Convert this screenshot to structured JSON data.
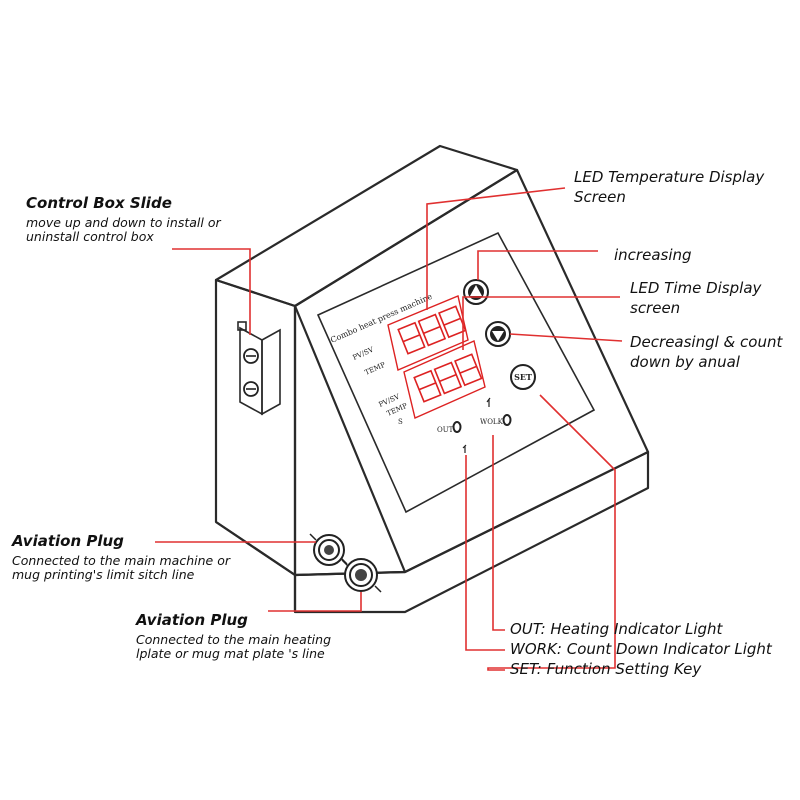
{
  "panel": {
    "title": "Combo heat press machine",
    "pv_sv_label": "PV/SV",
    "temp_label": "TEMP",
    "pv_sv_label_2": "PV/SV",
    "temp_label_2": "TEMP",
    "temp_label_2_sub": "S",
    "out_label": "OUT",
    "work_label": "WOLK",
    "set_key": "SET"
  },
  "callouts": {
    "control_box_slide": {
      "title": "Control Box Slide",
      "line1": "move up and down to install or",
      "line2": "uninstall control box"
    },
    "aviation_plug_1": {
      "title": "Aviation Plug",
      "line1": "Connected to the main machine or",
      "line2": "mug printing's limit sitch line"
    },
    "aviation_plug_2": {
      "title": "Aviation Plug",
      "line1": "Connected to the main heating",
      "line2": "lplate or mug mat plate 's line"
    },
    "led_temp": {
      "line1": "LED Temperature Display",
      "line2": "Screen"
    },
    "increasing": {
      "text": "increasing"
    },
    "led_time": {
      "line1": "LED Time Display",
      "line2": "screen"
    },
    "decreasing": {
      "line1": "Decreasingl & count",
      "line2": "down by anual"
    },
    "out_light": {
      "text": "OUT: Heating Indicator Light"
    },
    "work_light": {
      "text": "WORK: Count Down Indicator Light"
    },
    "set_key": {
      "text": "SET: Function Setting Key"
    }
  },
  "colors": {
    "leader": "#e03030",
    "outline": "#2a2a2a",
    "led": "#dd2222"
  }
}
